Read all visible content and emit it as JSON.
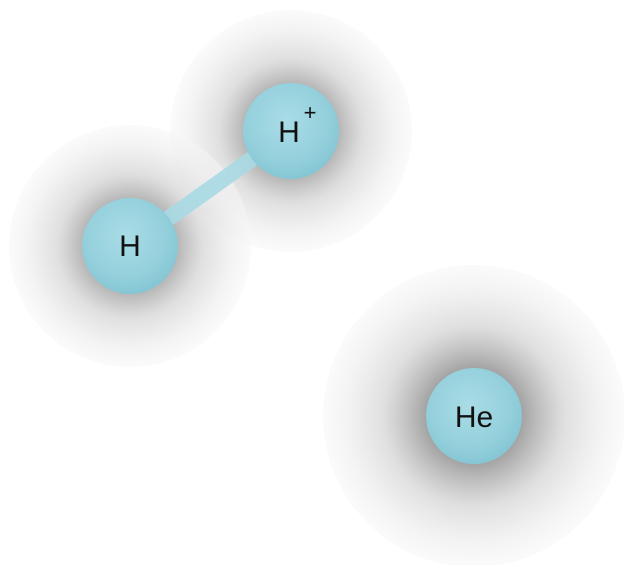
{
  "atoms": [
    {
      "id": "h-plus",
      "symbol": "H",
      "charge": "+"
    },
    {
      "id": "h",
      "symbol": "H",
      "charge": ""
    },
    {
      "id": "he",
      "symbol": "He",
      "charge": ""
    }
  ],
  "bond": {
    "from": "h",
    "to": "h-plus"
  },
  "colors": {
    "nucleus": "#94d0dc",
    "nucleus_highlight": "#bfe6ee",
    "bond": "#a9dbe4",
    "cloud_center": "#8a8a8a",
    "cloud_edge": "#f4f4f4",
    "label": "#111111"
  }
}
